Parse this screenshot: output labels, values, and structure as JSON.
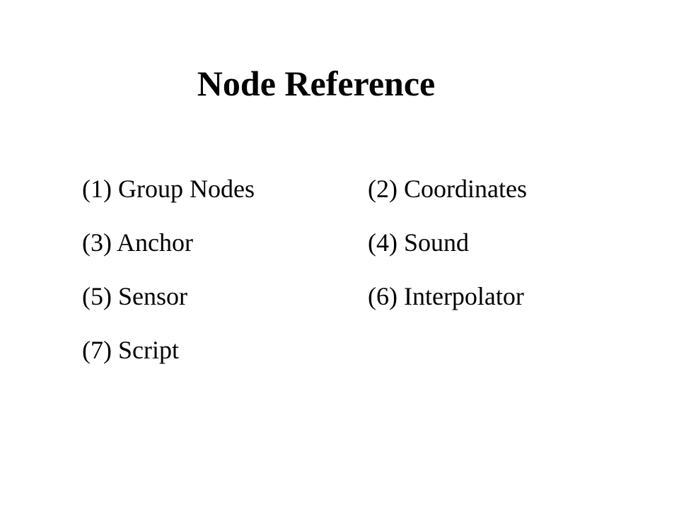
{
  "slide": {
    "title": "Node Reference",
    "items": [
      "(1) Group Nodes",
      "(2) Coordinates",
      "(3) Anchor",
      "(4) Sound",
      "(5) Sensor",
      "(6) Interpolator",
      "(7) Script"
    ]
  }
}
